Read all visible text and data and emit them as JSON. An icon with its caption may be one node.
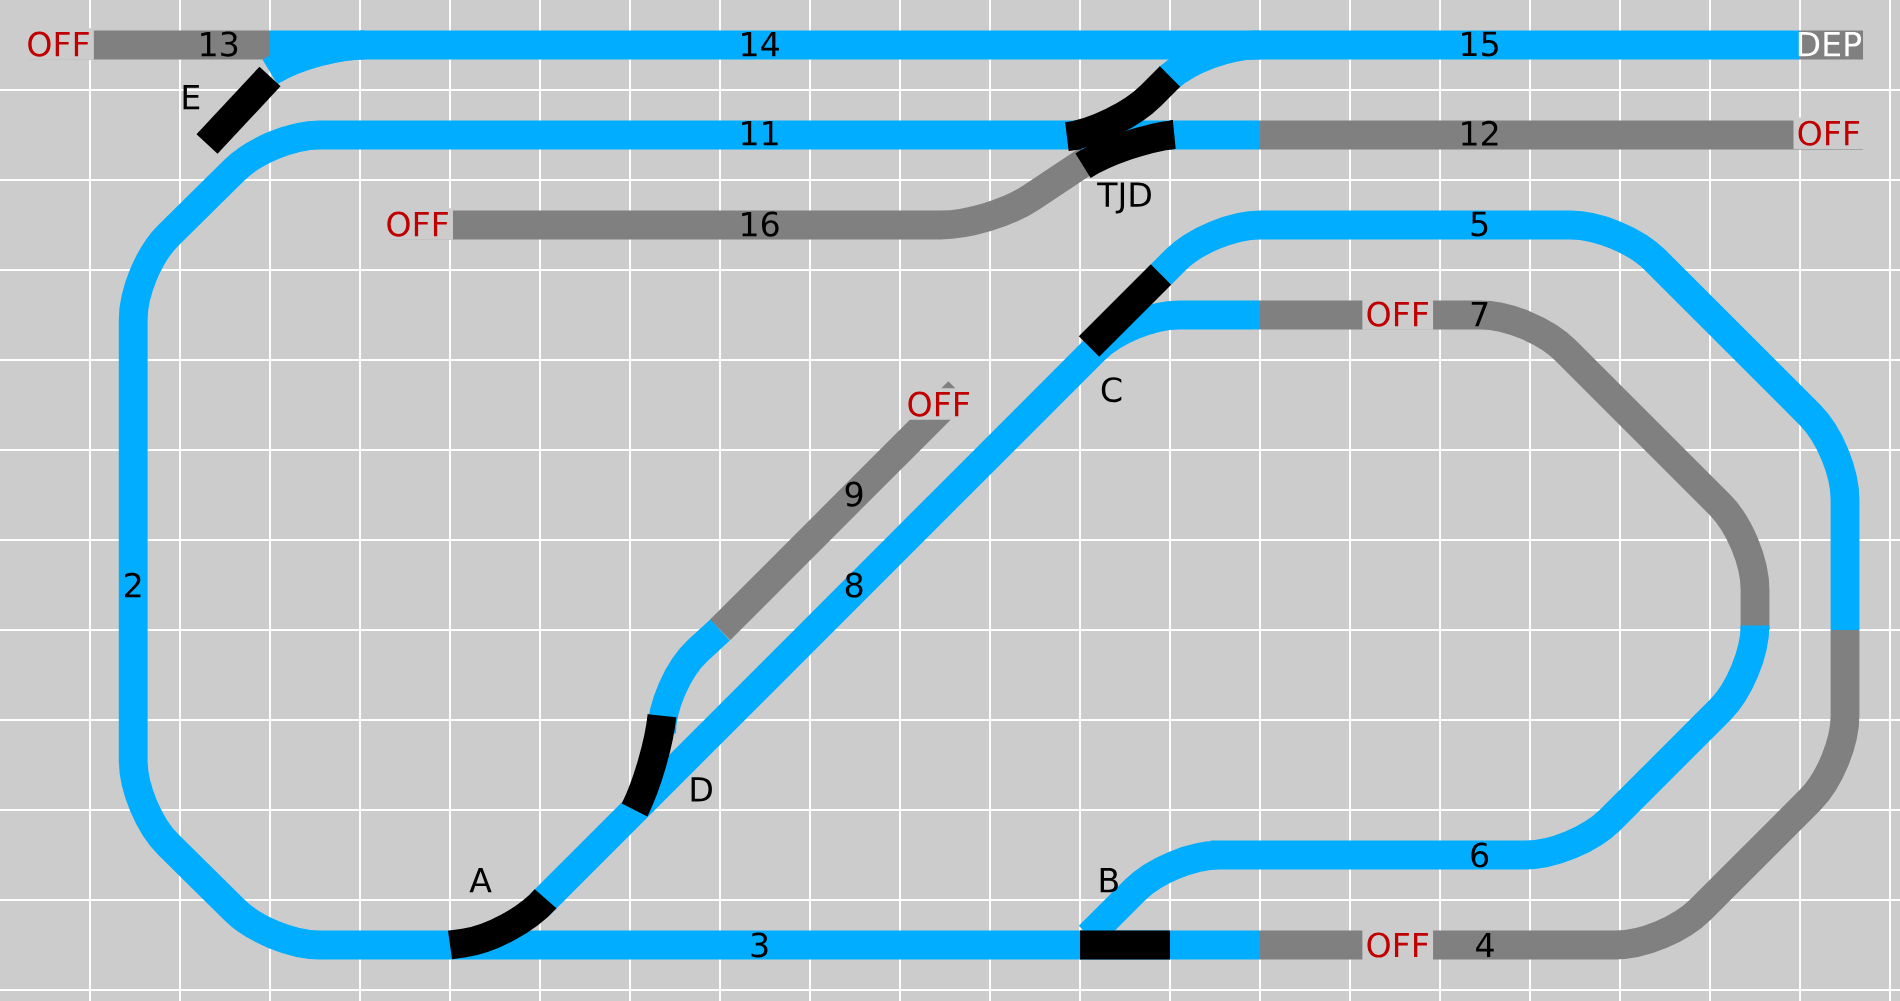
{
  "diagram": {
    "labels": [
      "OFF",
      "13",
      "14",
      "15",
      "DEP",
      "E",
      "11",
      "12",
      "OFF",
      "TJD",
      "OFF",
      "16",
      "5",
      "OFF",
      "7",
      "C",
      "OFF",
      "9",
      "2",
      "8",
      "D",
      "6",
      "A",
      "B",
      "3",
      "OFF",
      "4"
    ]
  }
}
